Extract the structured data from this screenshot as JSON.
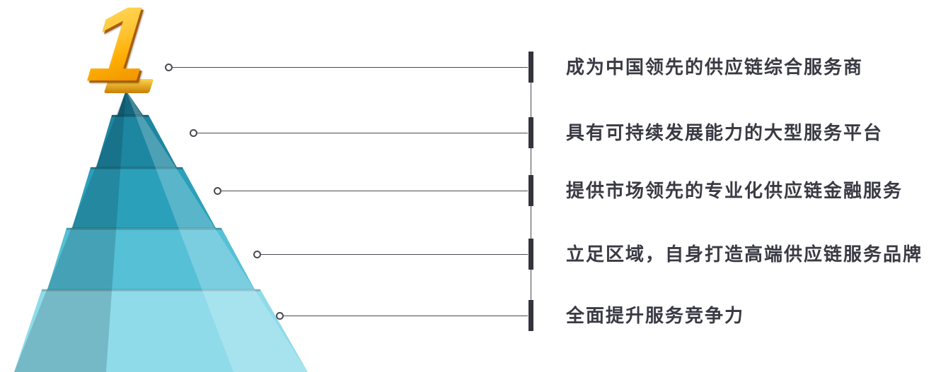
{
  "pyramid": {
    "rank_label": "1",
    "bands": [
      {
        "name": "tip",
        "color": "#14677e"
      },
      {
        "name": "band-2",
        "color": "#1d86a0"
      },
      {
        "name": "band-3",
        "color": "#2ba0bb"
      },
      {
        "name": "band-4",
        "color": "#55c0d6"
      },
      {
        "name": "band-5",
        "color": "#8fdbea"
      }
    ]
  },
  "items": [
    {
      "label": "成为中国领先的供应链综合服务商"
    },
    {
      "label": "具有可持续发展能力的大型服务平台"
    },
    {
      "label": "提供市场领先的专业化供应链金融服务"
    },
    {
      "label": "立足区域，自身打造高端供应链服务品牌"
    },
    {
      "label": "全面提升服务竞争力"
    }
  ],
  "colors": {
    "line": "#4a4a52",
    "marker": "#34343e",
    "text": "#3a3a44",
    "gold": "#ffb300"
  }
}
